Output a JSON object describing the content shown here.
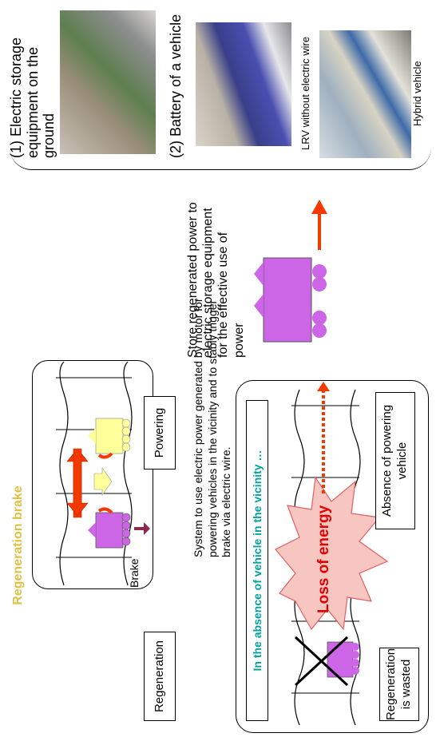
{
  "colors": {
    "regen_car": "#cc66e6",
    "powering_car": "#ffff99",
    "arrow_red": "#f23a00",
    "arrow_dark": "#8c2a4a",
    "title_gold": "#e0c040",
    "teal_text": "#00a0a0",
    "loss_fill": "#f7c6c0",
    "loss_text": "#e00000"
  },
  "regeneration_brake": {
    "title": "Regeneration brake",
    "brake_label": "Brake",
    "regeneration_label": "Regeneration",
    "powering_label": "Powering",
    "description": "System to use electric power generated by motor for powering vehicles in the vicinity and to stably trigger brake via electric wire."
  },
  "absence_panel": {
    "title": "In the absence of vehicle in the vicinity …",
    "wasted_label": "Regeneration is wasted",
    "loss_label": "Loss of energy",
    "absence_label": "Absence of powering vehicle"
  },
  "storage_note": "Store regenerated power to electric storage equipment for the effective use of power",
  "storage_options": {
    "option1": "(1) Electric storage equipment on the ground",
    "option2": "(2) Battery of a vehicle",
    "lrv_caption": "LRV without electric wire",
    "hybrid_caption": "Hybrid vehicle"
  },
  "icons": [
    "cross-mark-icon",
    "burst-icon",
    "arrow-icon",
    "train-car-icon"
  ]
}
